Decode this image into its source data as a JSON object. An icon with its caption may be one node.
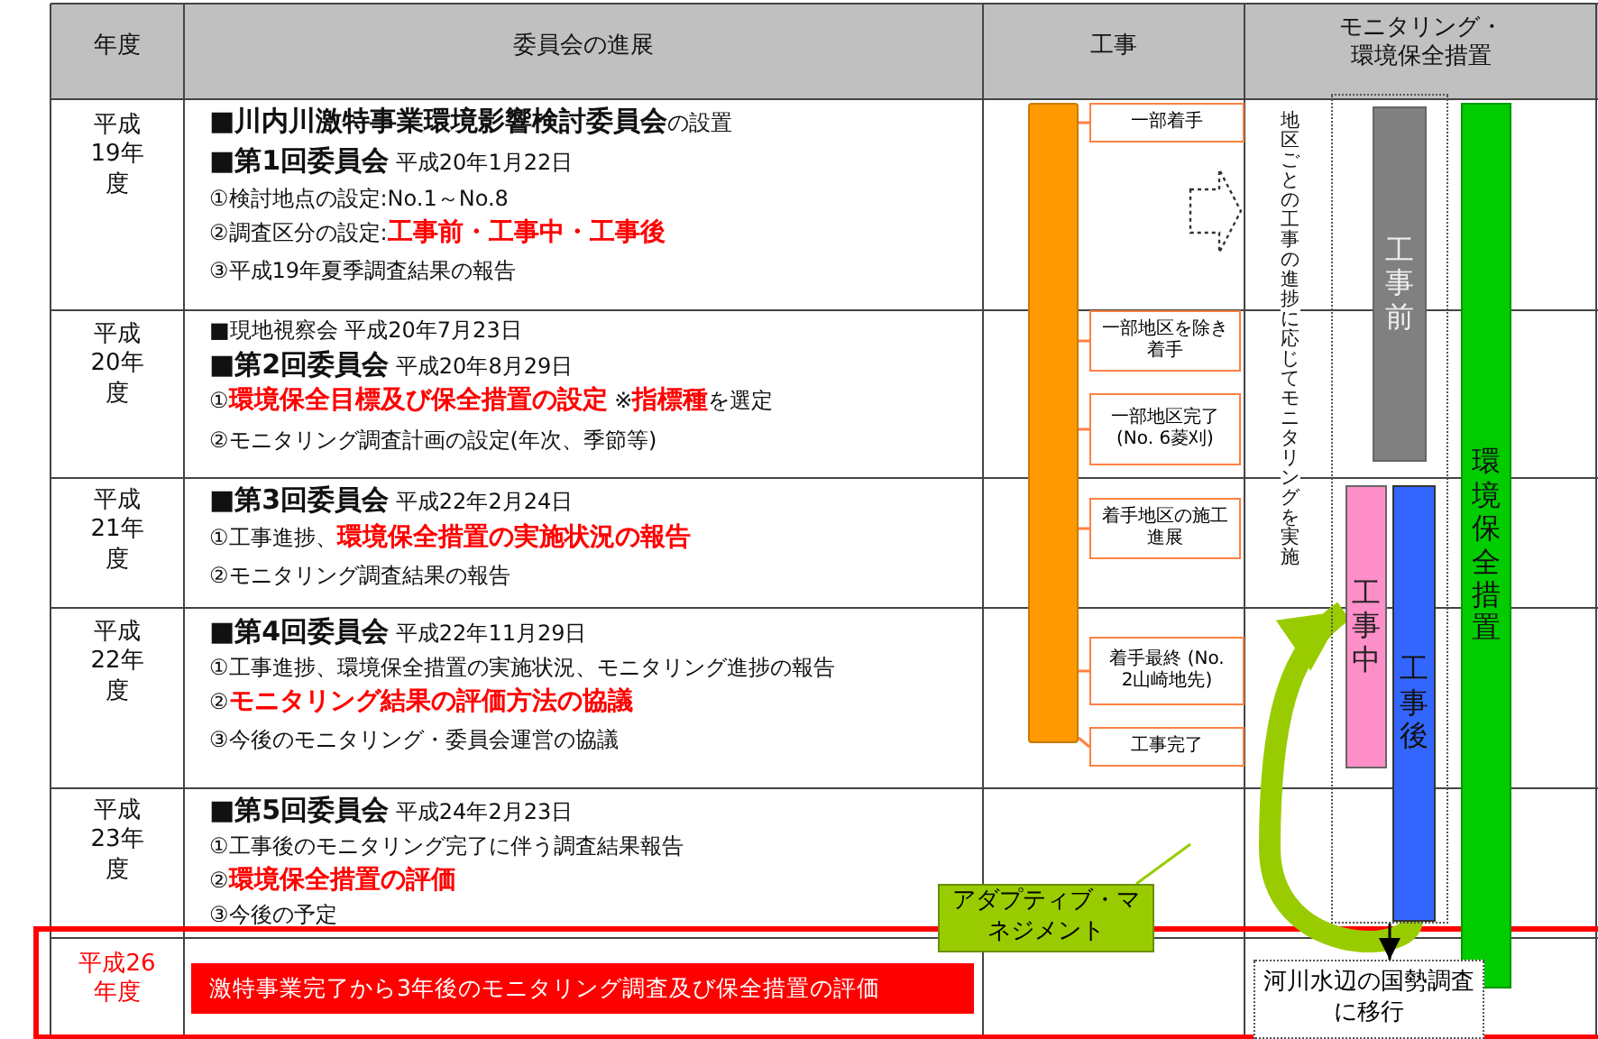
{
  "diagram": {
    "nodes": [
      {
        "text": [],
        "shape": "bar"
      },
      {
        "text": [
          "一部着手"
        ]
      },
      {
        "text": [
          "一部地区を除き着手"
        ]
      },
      {
        "text": [
          "一部地区完了 (No. 6菱刈)"
        ]
      },
      {
        "text": [
          "着手地区の施工進展"
        ]
      },
      {
        "text": [
          "着手最終 (No. 2山崎地先)"
        ]
      },
      {
        "text": [
          "工事完了"
        ]
      },
      {
        "text": [],
        "shape": "box"
      },
      {
        "text": [
          "工事前"
        ],
        "in": 7
      },
      {
        "text": [
          "工事中"
        ],
        "in": 7
      },
      {
        "text": [
          "工事後"
        ],
        "in": 7
      },
      {
        "text": [
          "環境保全措置"
        ]
      },
      {
        "text": [
          "アダプティブ・マネジメント"
        ]
      },
      {
        "text": [
          "河川水辺の国勢調査に移行"
        ]
      },
      {
        "text": [
          "激特事業完了から3年後のモニタリング調査及び保全措置の評価"
        ]
      }
    ],
    "edges": [
      {
        "from": 1,
        "to": 0,
        "arrow": "none"
      },
      {
        "from": 2,
        "to": 0,
        "arrow": "none"
      },
      {
        "from": 3,
        "to": 0,
        "arrow": "none"
      },
      {
        "from": 4,
        "to": 0,
        "arrow": "none"
      },
      {
        "from": 5,
        "to": 0,
        "arrow": "none"
      },
      {
        "from": 6,
        "to": 0,
        "arrow": "none"
      },
      {
        "from": 10,
        "to": 9,
        "arrow": "to",
        "style": "thick",
        "color": "#99cc00"
      },
      {
        "from": 12,
        "to": null,
        "arrow": "none",
        "color": "#99cc00"
      },
      {
        "from": 7,
        "to": 13,
        "arrow": "to",
        "color": "#000000"
      }
    ],
    "labels": [
      "年度",
      "委員会の進展",
      "工事",
      "モニタリング・環境保全措置",
      "平成19年度",
      "**■川内川激特事業環境影響検討委員会**の設置",
      "**■第1回委員会** 平成20年1月22日",
      "①検討地点の設定:No.1～No.8",
      "②調査区分の設定:**工事前・工事中・工事後**",
      "③平成19年夏季調査結果の報告",
      "平成20年度",
      "■現地視察会 平成20年7月23日",
      "**■第2回委員会** 平成20年8月29日",
      "①**環境保全目標及び保全措置の設定** ※**指標種**を選定",
      "②モニタリング調査計画の設定(年次、季節等)",
      "平成21年度",
      "**■第3回委員会** 平成22年2月24日",
      "①工事進捗、**環境保全措置の実施状況の報告**",
      "②モニタリング調査結果の報告",
      "平成22年度",
      "**■第4回委員会** 平成22年11月29日",
      "①工事進捗、環境保全措置の実施状況、モニタリング進捗の報告",
      "②**モニタリング結果の評価方法の協議**",
      "③今後のモニタリング・委員会運営の協議",
      "平成23年度",
      "**■第5回委員会** 平成24年2月23日",
      "①工事後のモニタリング完了に伴う調査結果報告",
      "②**環境保全措置の評価**",
      "③今後の予定",
      "平成26年度",
      "地区ごとの工事の進捗に応じてモニタリングを実施"
    ]
  }
}
